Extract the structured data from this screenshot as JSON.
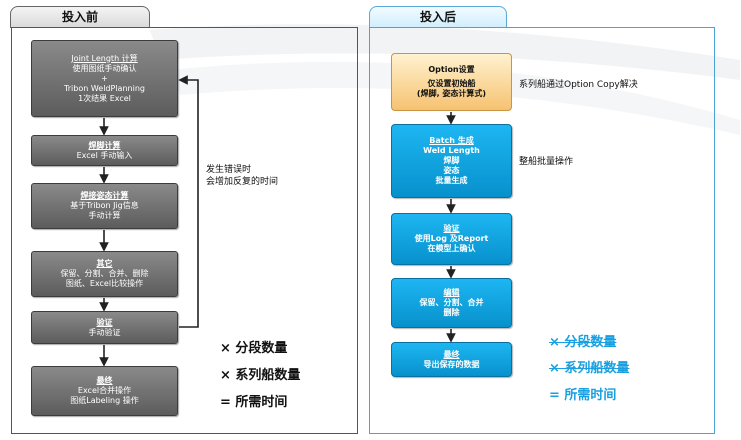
{
  "left": {
    "tab": "投入前",
    "boxes": [
      {
        "l1": "Joint Length 计算",
        "l2": "使用图纸手动确认",
        "l3": "+",
        "l4": "Tribon WeldPlanning",
        "l5": "1次结果 Excel"
      },
      {
        "l1": "焊脚计算",
        "l2": "Excel 手动输入"
      },
      {
        "l1": "焊接姿态计算",
        "l2": "基于Tribon Jig信息",
        "l3": "手动计算"
      },
      {
        "l1": "其它",
        "l2": "保留、分割、合并、删除",
        "l3": "图纸、Excel比较操作"
      },
      {
        "l1": "验证",
        "l2": "手动验证"
      },
      {
        "l1": "最终",
        "l2": "Excel合并操作",
        "l3": "图纸Labeling 操作"
      }
    ],
    "loop_note_1": "发生错误时",
    "loop_note_2": "会增加反复的时间",
    "metrics": [
      "× 分段数量",
      "× 系列船数量",
      "= 所需时间"
    ]
  },
  "right": {
    "tab": "投入后",
    "boxes": [
      {
        "l1": "Option设置",
        "l2": "仅设置初始船",
        "l3": "(焊脚, 姿态计算式)"
      },
      {
        "l1": "Batch 生成",
        "l2": "Weld Length",
        "l3": "焊脚",
        "l4": "姿态",
        "l5": "批量生成"
      },
      {
        "l1": "验证",
        "l2": "使用Log 及Report",
        "l3": "在模型上确认"
      },
      {
        "l1": "编辑",
        "l2": "保留、分割、合并",
        "l3": "删除"
      },
      {
        "l1": "最终",
        "l2": "导出保存的数据"
      }
    ],
    "side_note_1": "系列船通过Option Copy解决",
    "side_note_2": "整船批量操作",
    "metrics": [
      "× 分段数量",
      "× 系列船数量",
      "= 所需时间"
    ]
  }
}
